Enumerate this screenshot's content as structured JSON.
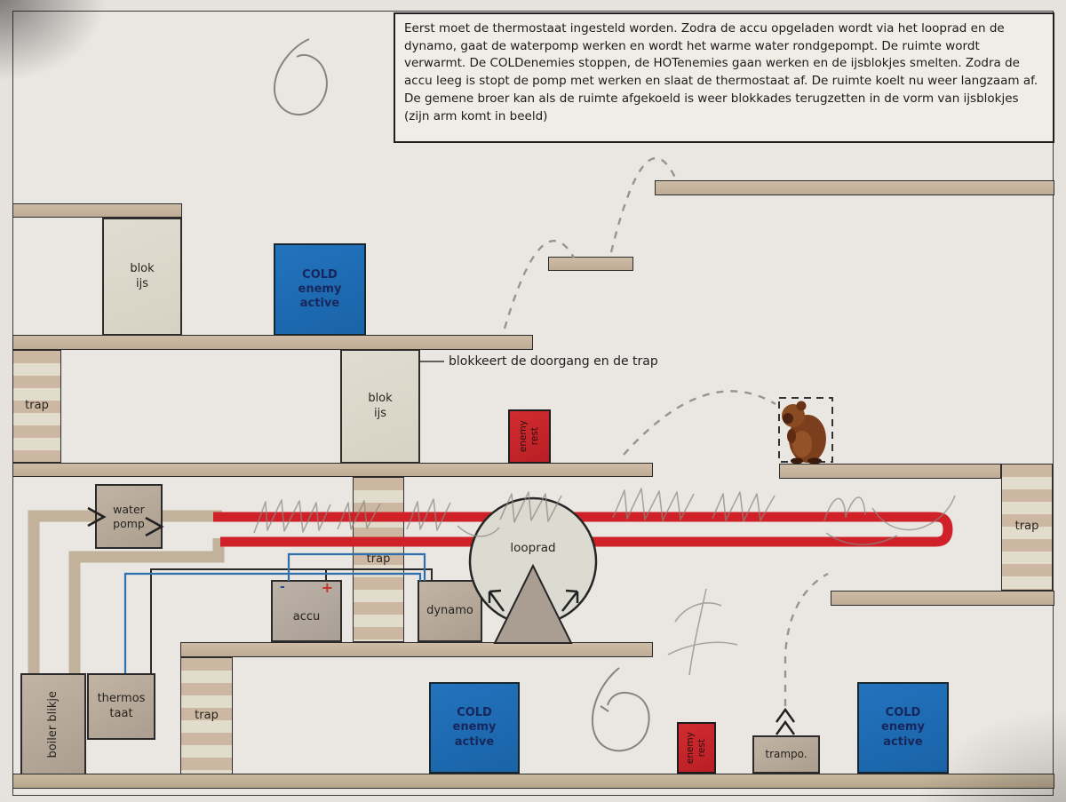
{
  "description_box": {
    "text": "Eerst moet de thermostaat ingesteld worden. Zodra de accu opgeladen wordt via het looprad en de dynamo, gaat de waterpomp werken en wordt het warme water rondgepompt. De ruimte wordt verwarmt. De COLDenemies stoppen, de HOTenemies gaan werken en de ijsblokjes smelten. Zodra de accu leeg is stopt de pomp met werken en slaat de thermostaat af. De ruimte koelt nu weer langzaam af. De gemene broer kan als de ruimte afgekoeld is weer blokkades terugzetten in de vorm van ijsblokjes (zijn arm komt in beeld)"
  },
  "annotation": {
    "blockade_note": "blokkeert de doorgang en de trap"
  },
  "labels": {
    "blok_ijs": "blok\nijs",
    "cold_enemy": "COLD\nenemy\nactive",
    "enemy_rest": "enemy\nrest",
    "trap": "trap",
    "water_pomp": "water\npomp",
    "looprad": "looprad",
    "accu": "accu",
    "accu_minus": "-",
    "accu_plus": "+",
    "dynamo": "dynamo",
    "thermostaat": "thermos\ntaat",
    "boiler_blikje": "boiler blikje",
    "trampo": "trampo."
  },
  "handwritten_pencil_marks": [
    "6",
    "6",
    "4"
  ],
  "colors": {
    "cold_enemy_fill": "#1e6cb5",
    "cold_enemy_text": "#17275c",
    "enemy_rest_fill": "#c6262b",
    "ice_fill": "#dcd8cb",
    "platform_fill": "#c6b29c",
    "hot_pipe": "#cf2127",
    "cold_pipe": "#c2b19b",
    "wire_blue": "#2e6fad",
    "wire_black": "#2a2a2a",
    "pencil": "#8c8880"
  }
}
